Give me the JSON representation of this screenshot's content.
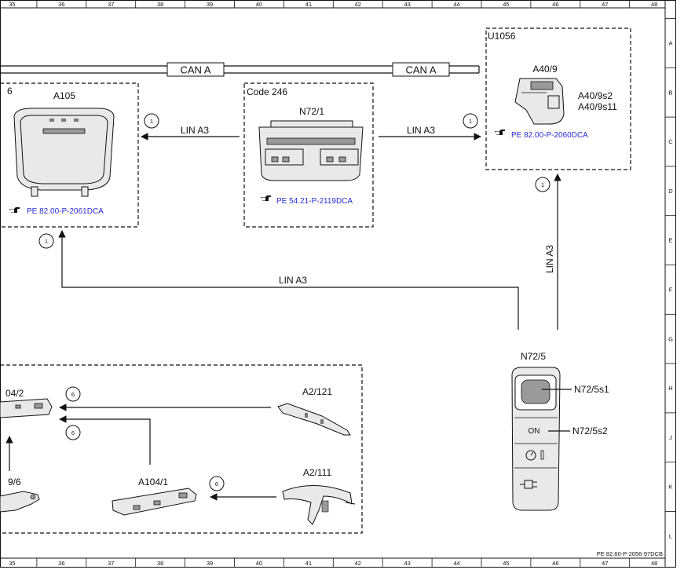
{
  "grid": {
    "columns": [
      "35",
      "36",
      "37",
      "38",
      "39",
      "40",
      "41",
      "42",
      "43",
      "44",
      "45",
      "46",
      "47",
      "48"
    ],
    "rows": [
      "A",
      "B",
      "C",
      "D",
      "E",
      "F",
      "G",
      "H",
      "J",
      "K",
      "L"
    ]
  },
  "bus": {
    "can_left": "CAN A",
    "can_right": "CAN A",
    "lin": "LIN A3"
  },
  "markers": {
    "one": "1",
    "six": "6"
  },
  "components": {
    "a105": {
      "partial_label": "6",
      "label": "A105",
      "ref": "PE 82.00-P-2061DCA"
    },
    "code246": {
      "title": "Code 246",
      "label": "N72/1",
      "ref": "PE 54.21-P-2119DCA"
    },
    "u1056": {
      "title": "U1056",
      "label": "A40/9",
      "sub1": "A40/9s2",
      "sub2": "A40/9s11",
      "ref": "PE 82.00-P-2060DCA"
    },
    "n72_5": {
      "label": "N72/5",
      "s1": "N72/5s1",
      "s2": "N72/5s2",
      "on_text": "ON"
    },
    "lower": {
      "partial_top": "04/2",
      "partial_bottom": "9/6",
      "a2_121": "A2/121",
      "a104_1": "A104/1",
      "a2_111": "A2/111"
    }
  },
  "footer": {
    "doc_id": "PE 82.60-P-2056-97DCB"
  }
}
